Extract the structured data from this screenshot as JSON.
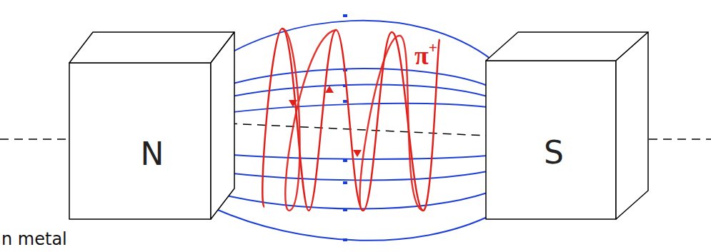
{
  "diagram": {
    "nodes": [
      {
        "text": [
          "N"
        ]
      },
      {
        "text": [
          "S"
        ]
      }
    ],
    "labels": [
      "π+",
      "n metal"
    ]
  }
}
